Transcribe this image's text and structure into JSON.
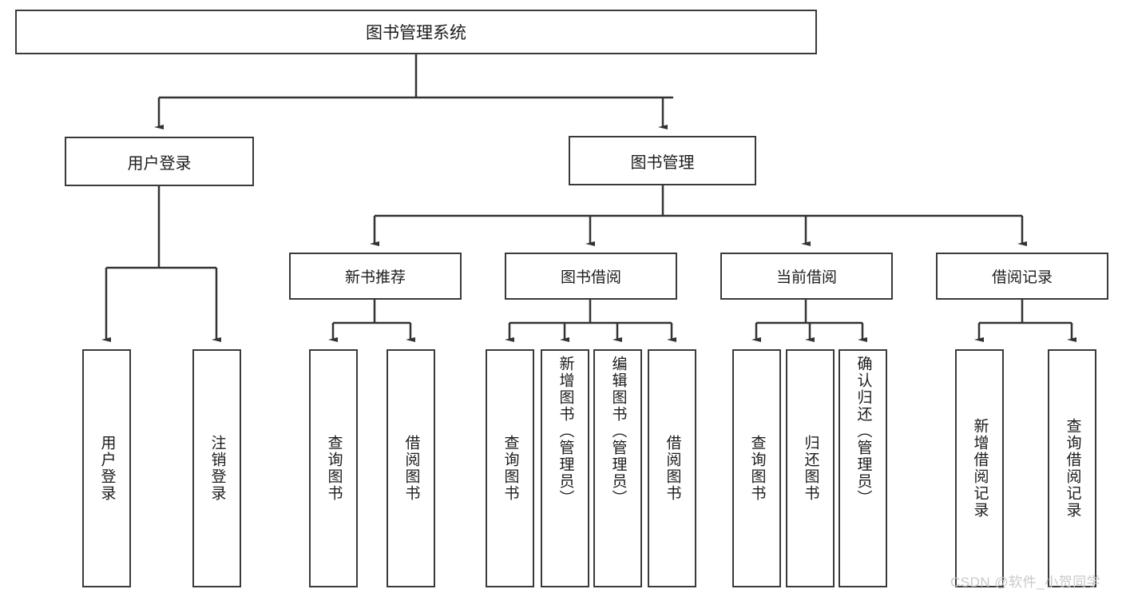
{
  "diagram": {
    "type": "tree-hierarchy",
    "title": "图书管理系统",
    "root": {
      "label": "图书管理系统"
    },
    "level1": [
      {
        "label": "用户登录"
      },
      {
        "label": "图书管理"
      }
    ],
    "level2": [
      {
        "label": "新书推荐",
        "parent": "图书管理"
      },
      {
        "label": "图书借阅",
        "parent": "图书管理"
      },
      {
        "label": "当前借阅",
        "parent": "图书管理"
      },
      {
        "label": "借阅记录",
        "parent": "图书管理"
      }
    ],
    "leaves": {
      "user_login": [
        {
          "label": "用户登录"
        },
        {
          "label": "注销登录"
        }
      ],
      "new_book_recommend": [
        {
          "label": "查询图书"
        },
        {
          "label": "借阅图书"
        }
      ],
      "book_borrow": [
        {
          "label": "查询图书"
        },
        {
          "label": "新增图书（管理员）"
        },
        {
          "label": "编辑图书（管理员）"
        },
        {
          "label": "借阅图书"
        }
      ],
      "current_borrow": [
        {
          "label": "查询图书"
        },
        {
          "label": "归还图书"
        },
        {
          "label": "确认归还（管理员）"
        }
      ],
      "borrow_record": [
        {
          "label": "新增借阅记录"
        },
        {
          "label": "查询借阅记录"
        }
      ]
    }
  },
  "watermark": {
    "text": "CSDN @软件_小贺同学"
  },
  "colors": {
    "box_border": "#3a3a3a",
    "box_fill": "#ffffff",
    "connector": "#333333",
    "text": "#1c1c1c",
    "watermark": "#c9c9c9"
  }
}
